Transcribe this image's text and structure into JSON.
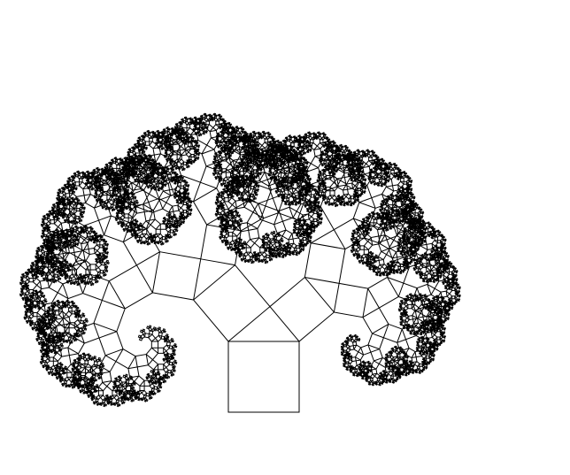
{
  "figure": {
    "subject": "pythagoras-tree-fractal",
    "colors": {
      "background": "#ffffff",
      "stroke": "#000000"
    },
    "recursion_depth": 13,
    "branch_angle_degrees": 40
  }
}
